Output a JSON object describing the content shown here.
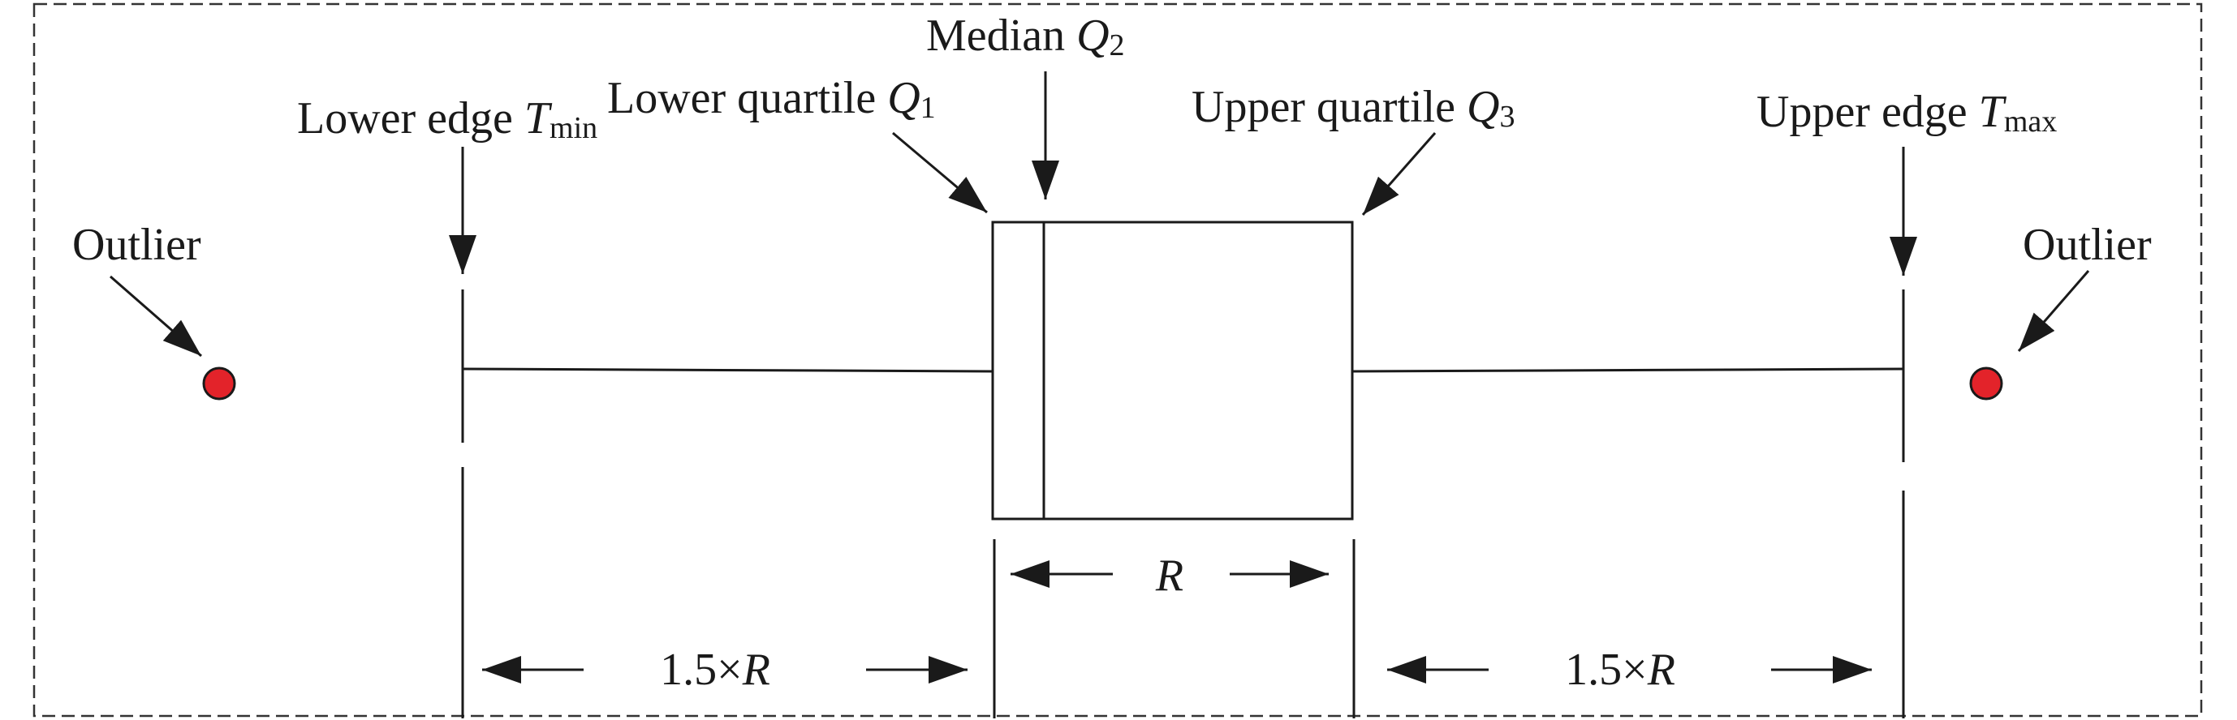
{
  "diagram": {
    "title": "Box plot anatomy",
    "colors": {
      "outlier_fill": "#e3232a",
      "line": "#1a1a1a",
      "border": "#333333"
    },
    "labels": {
      "outlier_left": "Outlier",
      "outlier_right": "Outlier",
      "lower_edge": {
        "text": "Lower edge ",
        "symbol": "T",
        "sub": "min"
      },
      "lower_quartile": {
        "text": "Lower quartile ",
        "symbol": "Q",
        "sub": "1"
      },
      "median": {
        "text": "Median ",
        "symbol": "Q",
        "sub": "2"
      },
      "upper_quartile": {
        "text": "Upper quartile ",
        "symbol": "Q",
        "sub": "3"
      },
      "upper_edge": {
        "text": "Upper edge ",
        "symbol": "T",
        "sub": "max"
      },
      "iqr": {
        "symbol": "R"
      },
      "left_range": {
        "text": "1.5×",
        "symbol": "R"
      },
      "right_range": {
        "text": "1.5×",
        "symbol": "R"
      }
    }
  }
}
